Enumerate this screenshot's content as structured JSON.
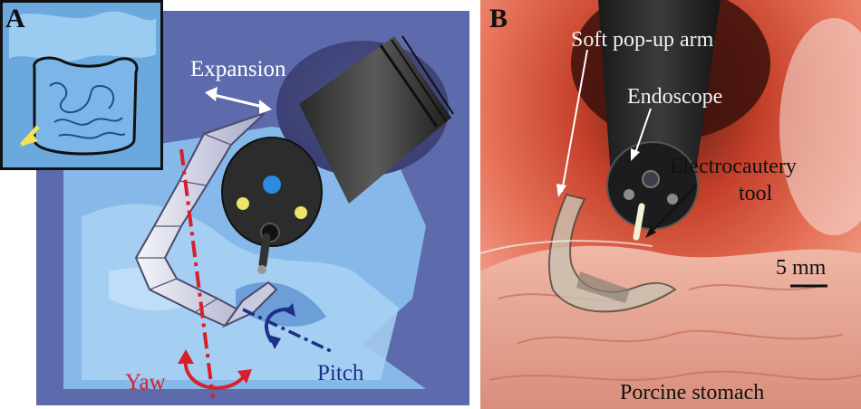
{
  "panel_a": {
    "letter": "A",
    "labels": {
      "expansion": "Expansion",
      "yaw": "Yaw",
      "pitch": "Pitch"
    },
    "colors": {
      "yaw": "#d8202a",
      "pitch": "#1f2f8a",
      "background": "#5f6db0",
      "tissue": "#7fb2e6"
    }
  },
  "panel_b": {
    "letter": "B",
    "labels": {
      "soft_arm": "Soft pop-up arm",
      "endoscope": "Endoscope",
      "electrocautery_line1": "Electrocautery",
      "electrocautery_line2": "tool",
      "scale": "5 mm",
      "stomach": "Porcine stomach"
    }
  }
}
